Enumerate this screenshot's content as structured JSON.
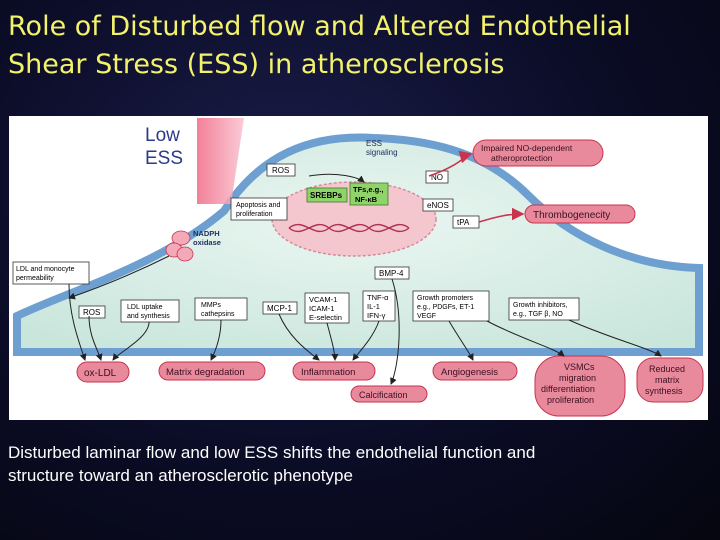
{
  "slide": {
    "title_line1": "Role of Disturbed flow and Altered Endothelial",
    "title_line2": "Shear Stress (ESS) in atherosclerosis",
    "caption_line1": "Disturbed laminar flow and low ESS shifts the endothelial function and",
    "caption_line2": "structure toward an atherosclerotic phenotype"
  },
  "diagram": {
    "low_ess_line1": "Low",
    "low_ess_line2": "ESS",
    "ess_signaling_line1": "ESS",
    "ess_signaling_line2": "signaling",
    "ros_top": "ROS",
    "srebps": "SREBPs",
    "tfs_line1": "TFs,e.g.,",
    "tfs_line2": "NF-κB",
    "apoptosis_line1": "Apoptosis and",
    "apoptosis_line2": "proliferation",
    "nadph_line1": "NADPH",
    "nadph_line2": "oxidase",
    "no": "NO",
    "enos": "eNOS",
    "tpa": "tPA",
    "bmp4": "BMP-4",
    "ldl_perm_line1": "LDL and monocyte",
    "ldl_perm_line2": "permeability",
    "ros_bottom": "ROS",
    "ldl_uptake_line1": "LDL uptake",
    "ldl_uptake_line2": "and synthesis",
    "mmps_line1": "MMPs",
    "mmps_line2": "cathepsins",
    "mcp1": "MCP-1",
    "vcam_line1": "VCAM-1",
    "vcam_line2": "ICAM-1",
    "vcam_line3": "E-selectin",
    "tnf_line1": "TNF-α",
    "tnf_line2": "IL-1",
    "tnf_line3": "IFN-γ",
    "growth_prom_line1": "Growth promoters",
    "growth_prom_line2": "e.g., PDGFs, ET-1",
    "growth_prom_line3": "VEGF",
    "growth_inh_line1": "Growth inhibitors,",
    "growth_inh_line2": "e.g., TGF β, NO",
    "impaired_line1": "Impaired NO-dependent",
    "impaired_line2": "atheroprotection",
    "thrombogenecity": "Thrombogenecity",
    "oxldl": "ox-LDL",
    "matrix_degradation": "Matrix degradation",
    "inflammation": "Inflammation",
    "angiogenesis": "Angiogenesis",
    "calcification": "Calcification",
    "vsmcs_line1": "VSMCs",
    "vsmcs_line2": "migration",
    "vsmcs_line3": "differentiation",
    "vsmcs_line4": "proliferation",
    "reduced_line1": "Reduced",
    "reduced_line2": "matrix",
    "reduced_line3": "synthesis"
  }
}
